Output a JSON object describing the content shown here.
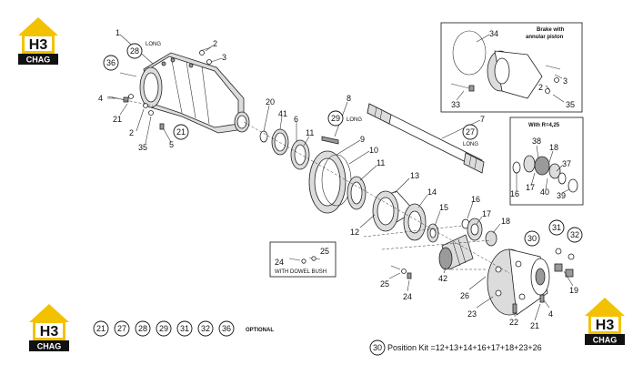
{
  "logo": {
    "text": "CHAG",
    "mark": "H3",
    "color": "#f2c200"
  },
  "callouts": [
    {
      "id": "p1",
      "text": "1"
    },
    {
      "id": "p2a",
      "text": "2"
    },
    {
      "id": "p3a",
      "text": "3"
    },
    {
      "id": "p4a",
      "text": "4"
    },
    {
      "id": "p21a",
      "text": "21"
    },
    {
      "id": "p2b",
      "text": "2"
    },
    {
      "id": "p35a",
      "text": "35"
    },
    {
      "id": "p5",
      "text": "5"
    },
    {
      "id": "p20",
      "text": "20"
    },
    {
      "id": "p41",
      "text": "41"
    },
    {
      "id": "p6",
      "text": "6"
    },
    {
      "id": "p11a",
      "text": "11"
    },
    {
      "id": "p8",
      "text": "8"
    },
    {
      "id": "p9",
      "text": "9"
    },
    {
      "id": "p10",
      "text": "10"
    },
    {
      "id": "p11b",
      "text": "11"
    },
    {
      "id": "p7",
      "text": "7"
    },
    {
      "id": "p13",
      "text": "13"
    },
    {
      "id": "p14",
      "text": "14"
    },
    {
      "id": "p15",
      "text": "15"
    },
    {
      "id": "p12",
      "text": "12"
    },
    {
      "id": "p16a",
      "text": "16"
    },
    {
      "id": "p17a",
      "text": "17"
    },
    {
      "id": "p18a",
      "text": "18"
    },
    {
      "id": "p25a",
      "text": "25"
    },
    {
      "id": "p24a",
      "text": "24"
    },
    {
      "id": "p25b",
      "text": "25"
    },
    {
      "id": "p24b",
      "text": "24"
    },
    {
      "id": "p42",
      "text": "42"
    },
    {
      "id": "p26",
      "text": "26"
    },
    {
      "id": "p23",
      "text": "23"
    },
    {
      "id": "p22",
      "text": "22"
    },
    {
      "id": "p21b",
      "text": "21"
    },
    {
      "id": "p4b",
      "text": "4"
    },
    {
      "id": "p19",
      "text": "19"
    },
    {
      "id": "p34",
      "text": "34"
    },
    {
      "id": "p33",
      "text": "33"
    },
    {
      "id": "p3b",
      "text": "3"
    },
    {
      "id": "p2c",
      "text": "2"
    },
    {
      "id": "p35b",
      "text": "35"
    },
    {
      "id": "p38",
      "text": "38"
    },
    {
      "id": "p18b",
      "text": "18"
    },
    {
      "id": "p37",
      "text": "37"
    },
    {
      "id": "p17b",
      "text": "17"
    },
    {
      "id": "p16b",
      "text": "16"
    },
    {
      "id": "p40",
      "text": "40"
    },
    {
      "id": "p39",
      "text": "39"
    }
  ],
  "circled": [
    {
      "id": "c28",
      "text": "28"
    },
    {
      "id": "c36",
      "text": "36"
    },
    {
      "id": "c21",
      "text": "21"
    },
    {
      "id": "c29",
      "text": "29"
    },
    {
      "id": "c27",
      "text": "27"
    },
    {
      "id": "c30",
      "text": "30"
    },
    {
      "id": "c31",
      "text": "31"
    },
    {
      "id": "c32",
      "text": "32"
    }
  ],
  "notes": {
    "long1": "LONG",
    "long2": "LONG",
    "long3": "LONG",
    "brake": [
      "Brake with",
      "annular piston"
    ],
    "r425": "With R=4,25",
    "dowel": "WITH DOWEL BUSH"
  },
  "optional": {
    "items": [
      "21",
      "27",
      "28",
      "29",
      "31",
      "32",
      "36"
    ],
    "label": "OPTIONAL"
  },
  "position_kit": {
    "number": "30",
    "text": "Position Kit =12+13+14+16+17+18+23+26"
  }
}
